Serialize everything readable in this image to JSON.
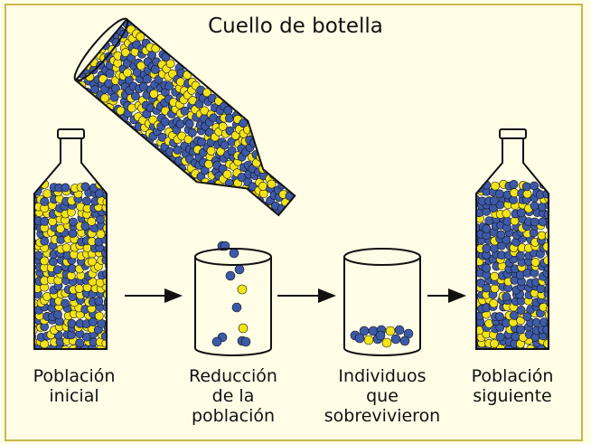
{
  "title": "Cuello de botella",
  "colors": {
    "frame": "#c9b84a",
    "background": "#fffde6",
    "yellow_ball": "#f4e417",
    "blue_ball": "#3d5aa8",
    "outline": "#111111"
  },
  "stages": [
    {
      "id": "initial",
      "lines": [
        "Población",
        "inicial"
      ]
    },
    {
      "id": "reduction",
      "lines": [
        "Reducción",
        "de la",
        "población"
      ]
    },
    {
      "id": "survivors",
      "lines": [
        "Individuos",
        "que",
        "sobrevivieron"
      ]
    },
    {
      "id": "next",
      "lines": [
        "Población",
        "siguiente"
      ]
    }
  ]
}
